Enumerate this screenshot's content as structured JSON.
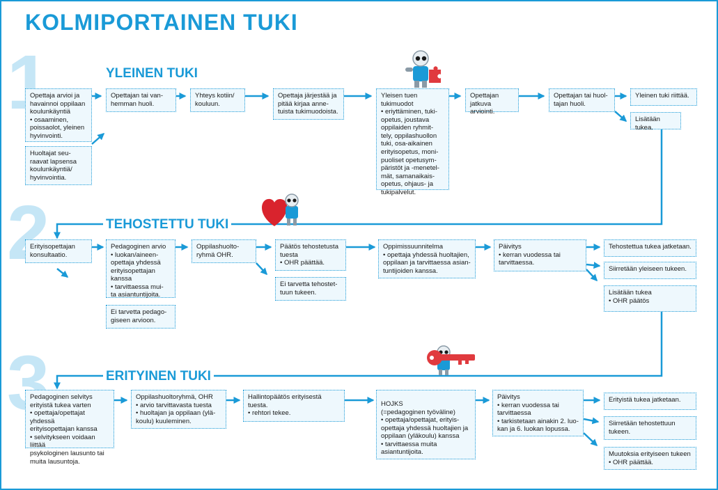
{
  "title": "KOLMIPORTAINEN TUKI",
  "sections": [
    {
      "number": "1",
      "title": "YLEINEN TUKI"
    },
    {
      "number": "2",
      "title": "TEHOSTETTU TUKI"
    },
    {
      "number": "3",
      "title": "ERITYINEN TUKI"
    }
  ],
  "colors": {
    "accent": "#1a9ad7",
    "box_bg": "#eef8fd",
    "number_bg": "#c5e6f6",
    "heart": "#d9232d",
    "key": "#e03a3e"
  },
  "boxes": {
    "s1_arvioi": [
      "Opettaja arvioi ja",
      "havainnoi oppilaan",
      "koulunkäyntiä",
      "• osaaminen,",
      "poissaolot, yleinen",
      "hyvinvointi."
    ],
    "s1_huoltajat": [
      "Huoltajat seu-",
      "raavat lapsensa",
      "koulunkäyntiä/",
      "hyvinvointia."
    ],
    "s1_huoli": [
      "Opettajan tai van-",
      "hemman huoli."
    ],
    "s1_yhteys": [
      "Yhteys kotiin/",
      "kouluun."
    ],
    "s1_jarjestaa": [
      "Opettaja järjestää ja",
      "pitää kirjaa anne-",
      "tuista tukimuodoista."
    ],
    "s1_yleisen": [
      "Yleisen tuen",
      "tukimuodot",
      "• eriyttäminen, tuki-",
      "opetus, joustava",
      "oppilaiden ryhmit-",
      "tely, oppilashuollon",
      "tuki, osa-aikainen",
      "erityisopetus, moni-",
      "puoliset opetusym-",
      "päristöt ja -menetel-",
      "mät, samanaikais-",
      "opetus, ohjaus- ja",
      "tukipalvelut."
    ],
    "s1_jatkuva": [
      "Opettajan jatkuva",
      "arviointi."
    ],
    "s1_huoltajan_huoli": [
      "Opettajan tai huol-",
      "tajan huoli."
    ],
    "s1_riittaa": [
      "Yleinen tuki riittää."
    ],
    "s1_lisataan": [
      "Lisätään tukea."
    ],
    "s2_konsultaatio": [
      "Erityisopettajan",
      "konsultaatio."
    ],
    "s2_arvio": [
      "Pedagoginen arvio",
      "• luokan/aineen-",
      "opettaja yhdessä",
      "erityisopettajan",
      "kanssa",
      "• tarvittaessa mui-",
      "ta asiantuntijoita."
    ],
    "s2_ei_arviota": [
      "Ei tarvetta pedago-",
      "giseen arvioon."
    ],
    "s2_ohr": [
      "Oppilashuolto-",
      "ryhmä OHR."
    ],
    "s2_paatos": [
      "Päätös tehostetusta",
      "tuesta",
      "• OHR päättää."
    ],
    "s2_ei_tehostettu": [
      "Ei tarvetta tehostet-",
      "tuun tukeen."
    ],
    "s2_suunnitelma": [
      "Oppimissuunnitelma",
      "• opettaja yhdessä huoltajien,",
      "oppilaan ja tarvittaessa asian-",
      "tuntijoiden kanssa."
    ],
    "s2_paivitys": [
      "Päivitys",
      "• kerran vuodessa tai",
      "tarvittaessa."
    ],
    "s2_jatketaan": [
      "Tehostettua tukea jatketaan."
    ],
    "s2_siirretaan": [
      "Siirretään yleiseen tukeen."
    ],
    "s2_lisataan": [
      "Lisätään tukea",
      "• OHR päätös"
    ],
    "s3_selvitys": [
      "Pedagoginen selvitys",
      "erityistä tukea varten",
      "• opettaja/opettajat yhdessä",
      "erityisopettajan kanssa",
      "• selvitykseen voidaan liittää",
      "psykologinen lausunto tai",
      "muita lausuntoja."
    ],
    "s3_ohr": [
      "Oppilashuoltoryhmä, OHR",
      "• arvio tarvittavasta tuesta",
      "• huoltajan ja oppilaan (ylä-",
      "koulu) kuuleminen."
    ],
    "s3_hallinto": [
      "Hallintopäätös erityisestä",
      "tuesta.",
      "• rehtori tekee."
    ],
    "s3_hojks": [
      "HOJKS",
      "(=pedagoginen työväline)",
      "• opettaja/opettajat, erityis-",
      "opettaja yhdessä huoltajien ja",
      "oppilaan (yläkoulu) kanssa",
      "• tarvittaessa muita",
      "asiantuntijoita."
    ],
    "s3_paivitys": [
      "Päivitys",
      "• kerran vuodessa tai",
      "tarvittaessa",
      "• tarkistetaan ainakin 2. luo-",
      "kan ja 6. luokan lopussa."
    ],
    "s3_jatketaan": [
      "Erityistä tukea jatketaan."
    ],
    "s3_siirretaan": [
      "Siirretään tehostettuun",
      "tukeen."
    ],
    "s3_muutoksia": [
      "Muutoksia erityiseen tukeen",
      "• OHR päättää."
    ]
  },
  "icons": [
    "puzzle-robot-icon",
    "heart-robot-icon",
    "key-robot-icon"
  ]
}
